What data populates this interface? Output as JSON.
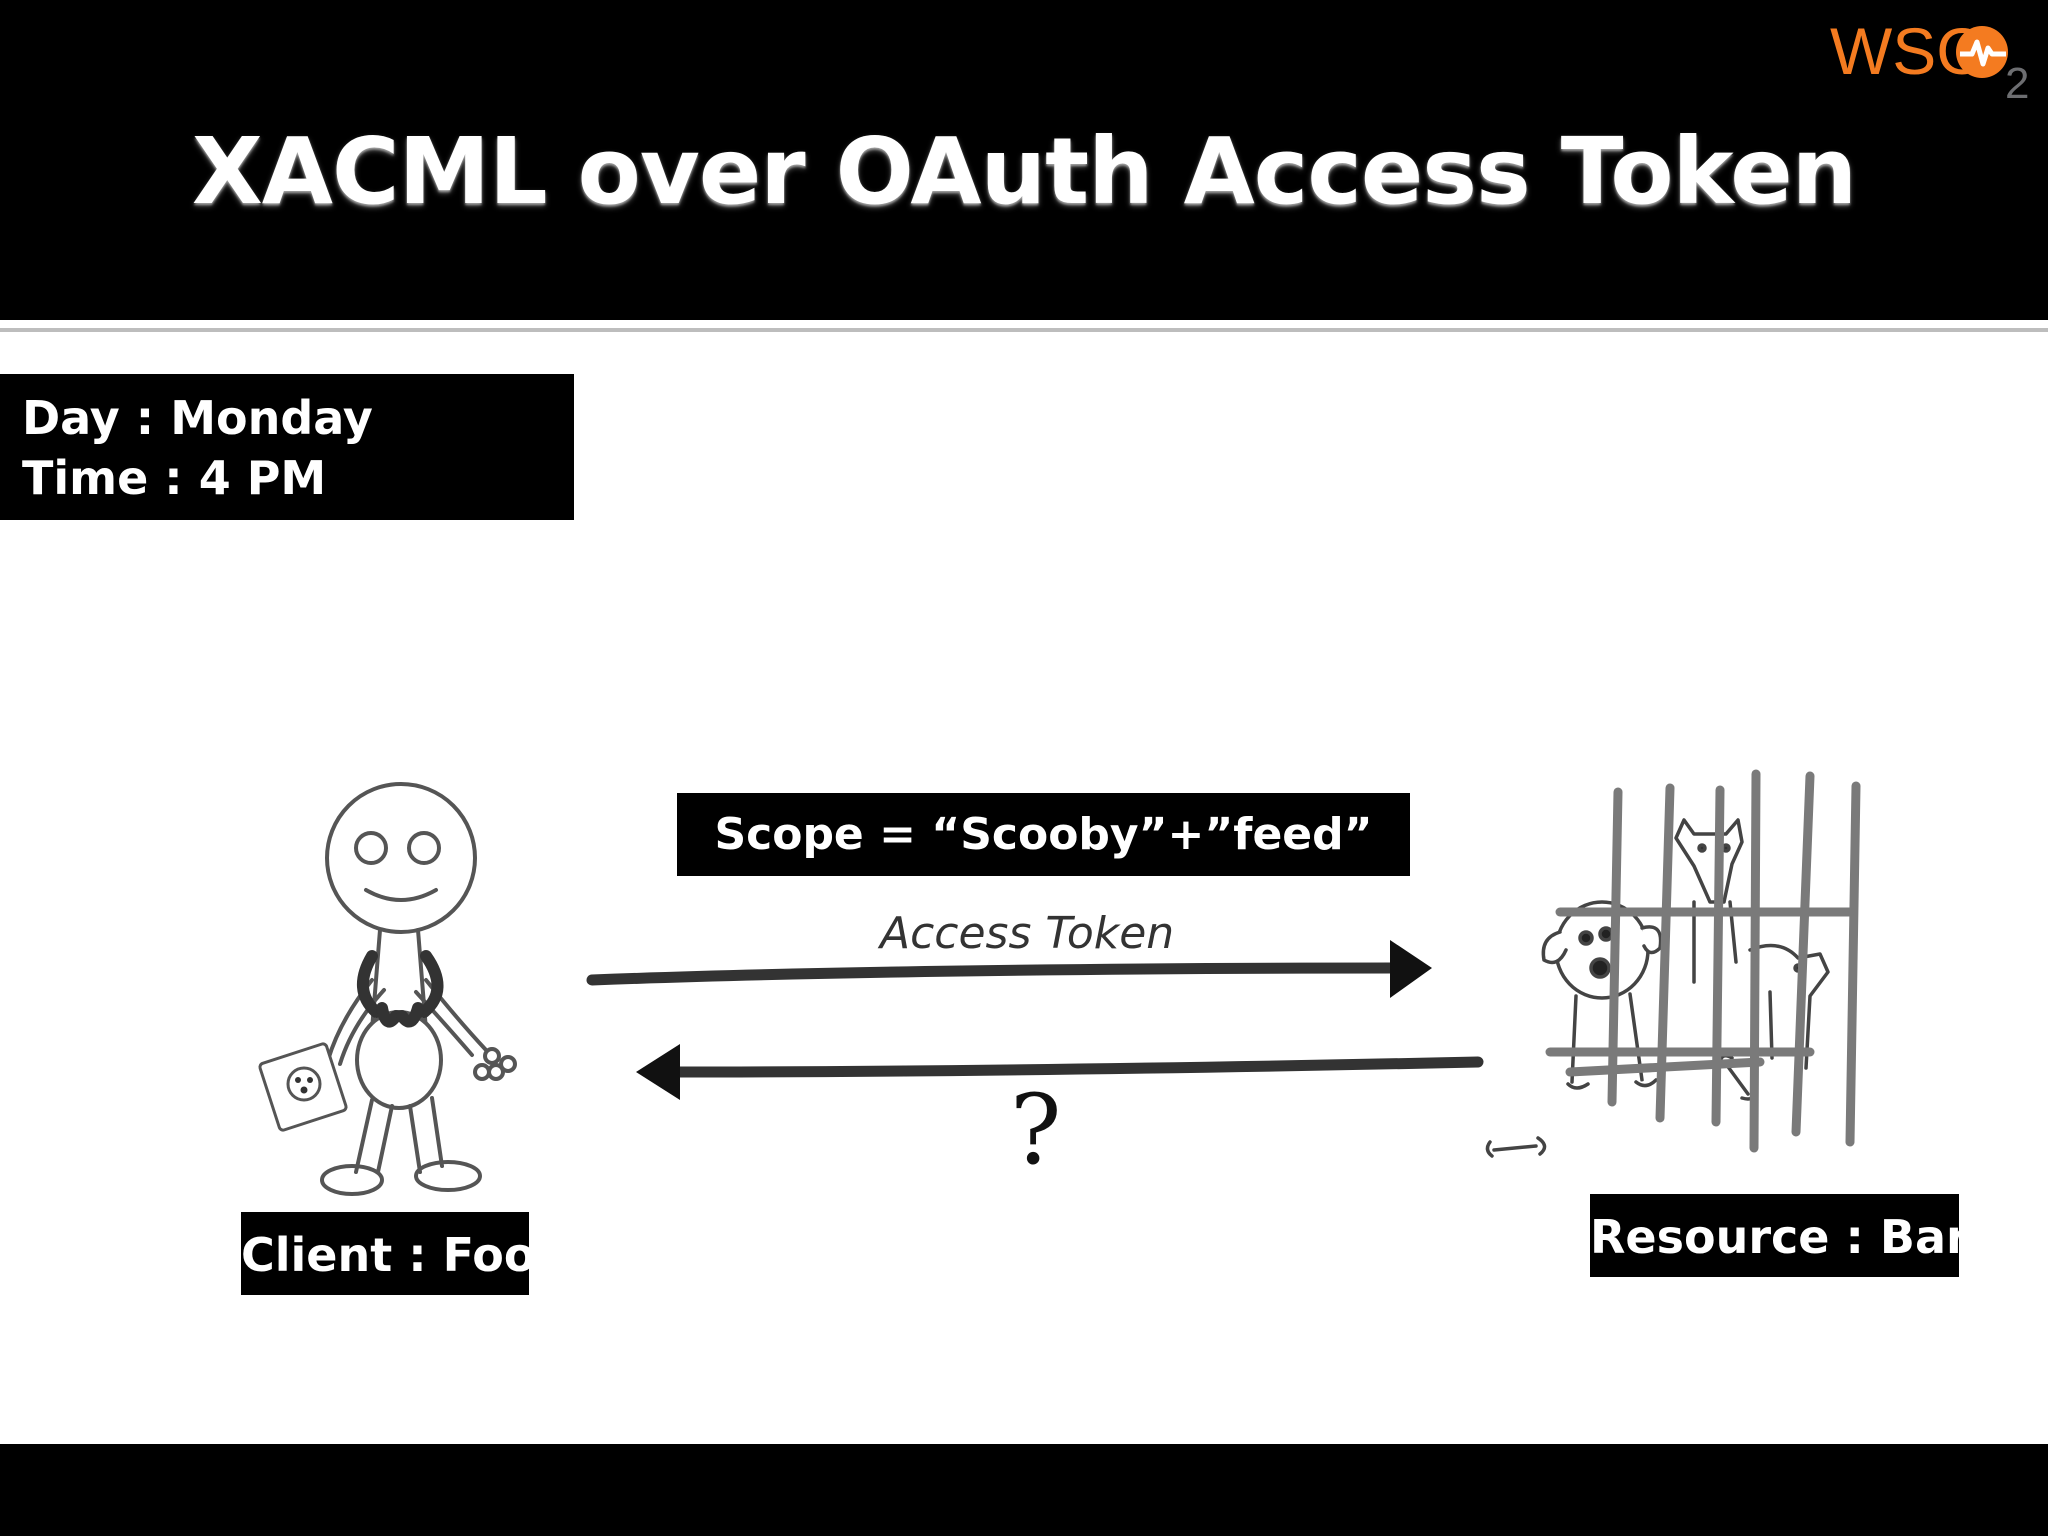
{
  "slide": {
    "title": "XACML over OAuth Access Token",
    "logo_text": "WSO",
    "logo_subscript": "2",
    "day_line": "Day : Monday",
    "time_line": "Time : 4 PM",
    "scope_label": "Scope = “Scooby”+”feed”",
    "arrow_forward_label": "Access Token",
    "arrow_back_label": "?",
    "client_label": "Client : Foo",
    "resource_label": "Resource : Bar"
  },
  "colors": {
    "background": "#ffffff",
    "header": "#000000",
    "logo_orange": "#f47b20",
    "logo_gray": "#6d6e71"
  }
}
